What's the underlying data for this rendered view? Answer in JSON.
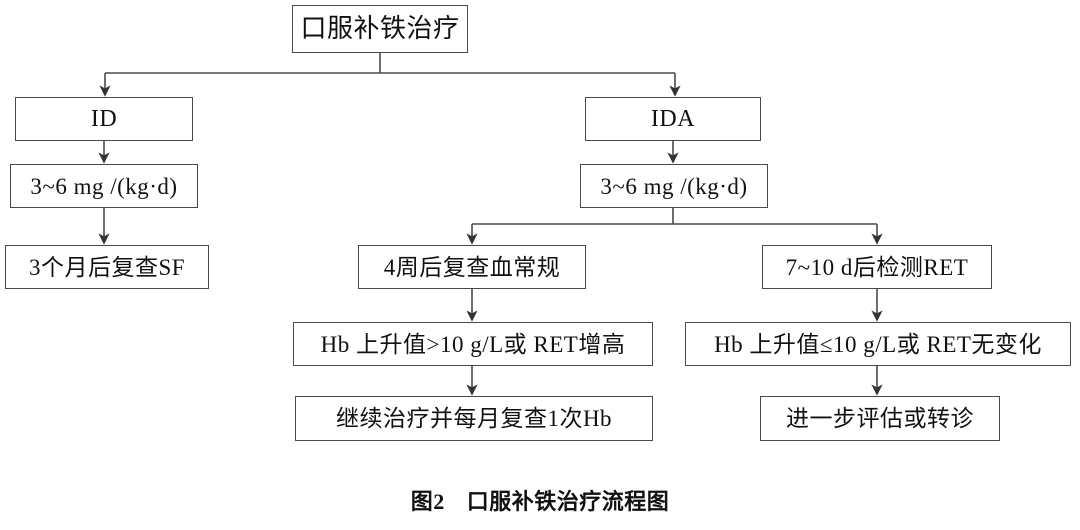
{
  "figure": {
    "caption_label": "图2",
    "caption_title": "口服补铁治疗流程图",
    "line_color": "#4a4a4a",
    "text_color": "#111111",
    "background": "#ffffff"
  },
  "nodes": {
    "root": "口服补铁治疗",
    "id": "ID",
    "ida": "IDA",
    "id_dose": "3~6 mg /(kg·d)",
    "ida_dose": "3~6 mg /(kg·d)",
    "id_followup": "3个月后复查SF",
    "ida_cbc": "4周后复查血常规",
    "ida_ret": "7~10 d后检测RET",
    "hb_rise": "Hb 上升值>10 g/L或 RET增高",
    "hb_flat": "Hb 上升值≤10 g/L或 RET无变化",
    "continue_treatment": "继续治疗并每月复查1次Hb",
    "further_eval": "进一步评估或转诊"
  },
  "edges": [
    {
      "from": "root",
      "to": "id"
    },
    {
      "from": "root",
      "to": "ida"
    },
    {
      "from": "id",
      "to": "id_dose"
    },
    {
      "from": "ida",
      "to": "ida_dose"
    },
    {
      "from": "id_dose",
      "to": "id_followup"
    },
    {
      "from": "ida_dose",
      "to": "ida_cbc"
    },
    {
      "from": "ida_dose",
      "to": "ida_ret"
    },
    {
      "from": "ida_cbc",
      "to": "hb_rise"
    },
    {
      "from": "ida_ret",
      "to": "hb_flat"
    },
    {
      "from": "hb_rise",
      "to": "continue_treatment"
    },
    {
      "from": "hb_flat",
      "to": "further_eval"
    }
  ]
}
